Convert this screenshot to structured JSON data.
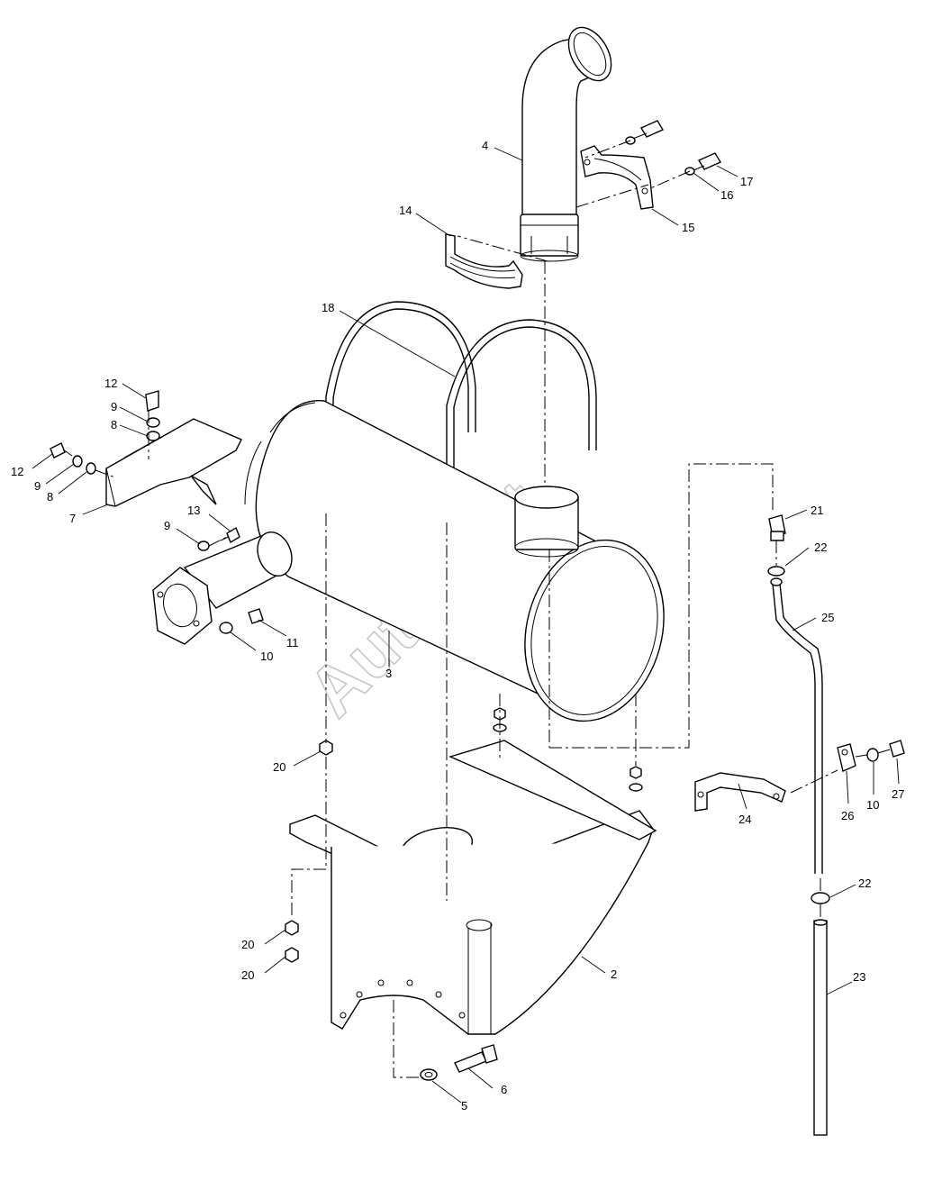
{
  "watermark": "AutoSoft",
  "callouts": [
    {
      "id": "c2",
      "label": "2"
    },
    {
      "id": "c3",
      "label": "3"
    },
    {
      "id": "c4",
      "label": "4"
    },
    {
      "id": "c5",
      "label": "5"
    },
    {
      "id": "c6",
      "label": "6"
    },
    {
      "id": "c7",
      "label": "7"
    },
    {
      "id": "c8a",
      "label": "8"
    },
    {
      "id": "c8b",
      "label": "8"
    },
    {
      "id": "c9a",
      "label": "9"
    },
    {
      "id": "c9b",
      "label": "9"
    },
    {
      "id": "c9c",
      "label": "9"
    },
    {
      "id": "c10a",
      "label": "10"
    },
    {
      "id": "c10b",
      "label": "10"
    },
    {
      "id": "c11",
      "label": "11"
    },
    {
      "id": "c12a",
      "label": "12"
    },
    {
      "id": "c12b",
      "label": "12"
    },
    {
      "id": "c13",
      "label": "13"
    },
    {
      "id": "c14",
      "label": "14"
    },
    {
      "id": "c15",
      "label": "15"
    },
    {
      "id": "c16",
      "label": "16"
    },
    {
      "id": "c17",
      "label": "17"
    },
    {
      "id": "c18",
      "label": "18"
    },
    {
      "id": "c20a",
      "label": "20"
    },
    {
      "id": "c20b",
      "label": "20"
    },
    {
      "id": "c20c",
      "label": "20"
    },
    {
      "id": "c21",
      "label": "21"
    },
    {
      "id": "c22a",
      "label": "22"
    },
    {
      "id": "c22b",
      "label": "22"
    },
    {
      "id": "c23",
      "label": "23"
    },
    {
      "id": "c24",
      "label": "24"
    },
    {
      "id": "c25",
      "label": "25"
    },
    {
      "id": "c26",
      "label": "26"
    },
    {
      "id": "c27",
      "label": "27"
    }
  ]
}
